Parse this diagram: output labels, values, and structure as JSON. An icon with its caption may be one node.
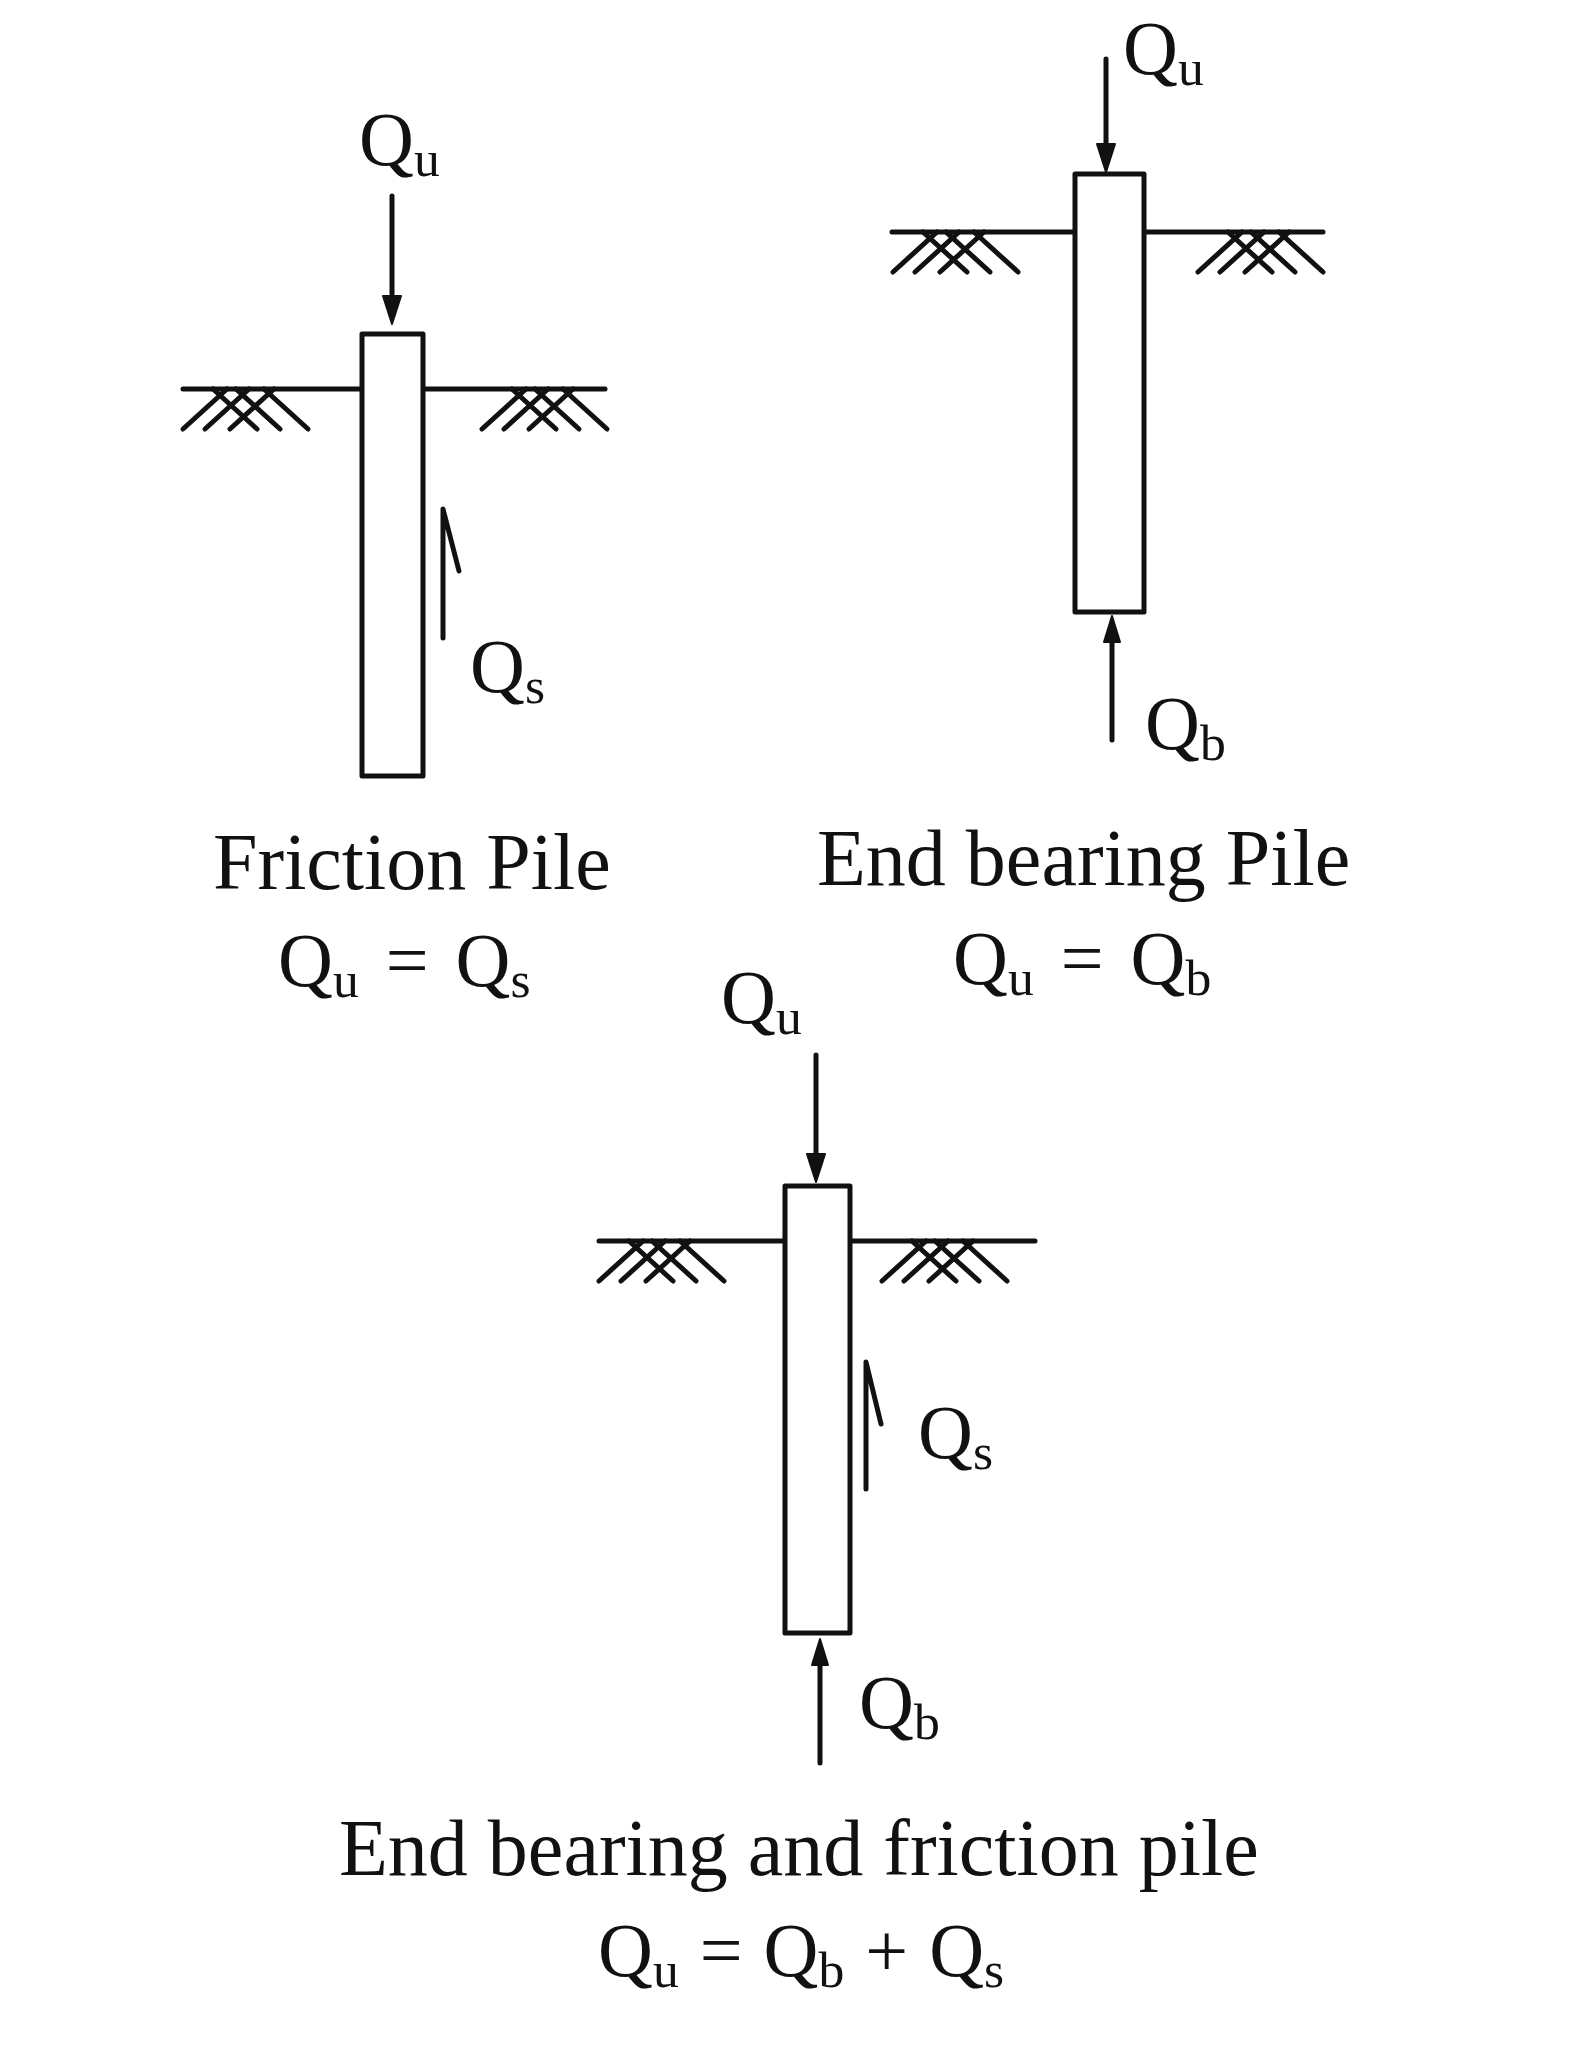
{
  "diagram": {
    "nodes": [
      {
        "text": [],
        "shape": "box",
        "beside": [
          "Friction Pile",
          "Q$_{u}$ = Q$_{s}$"
        ]
      },
      {
        "text": [],
        "shape": "box",
        "beside": [
          "End bearing Pile",
          "Q$_{u}$ = Q$_{b}$"
        ]
      },
      {
        "text": [],
        "shape": "box",
        "beside": [
          "End bearing and friction pile",
          "Q$_{u}$ = Q$_{b}$ + Q$_{s}$"
        ]
      }
    ],
    "labels": [
      "Q$_{u}$",
      "Q$_{s}$",
      "Q$_{u}$",
      "Q$_{b}$",
      "Q$_{u}$",
      "Q$_{s}$",
      "Q$_{b}$"
    ]
  }
}
